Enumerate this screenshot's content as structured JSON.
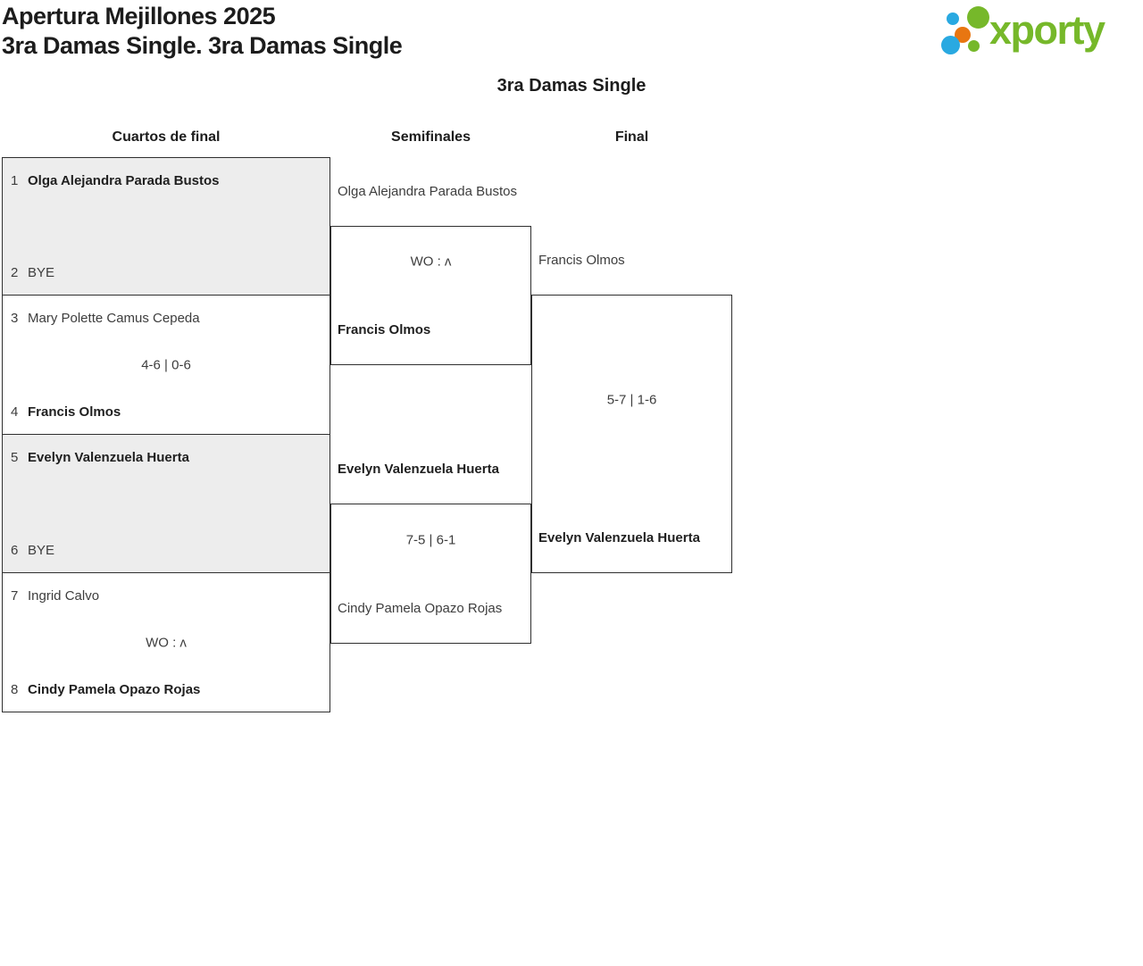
{
  "header": {
    "tournament": "Apertura Mejillones 2025",
    "category": "3ra Damas Single. 3ra Damas Single",
    "logo_text": "xporty"
  },
  "colors": {
    "logo_green": "#76b82a",
    "logo_blue": "#29a9e1",
    "logo_orange": "#e87611",
    "bye_match_fill": "#ededed",
    "border": "#2f2f2f"
  },
  "bracket": {
    "title": "3ra Damas Single",
    "round_headers": [
      "Cuartos de final",
      "Semifinales",
      "Final"
    ],
    "quarterfinals": [
      {
        "top_seed": "1",
        "top_name": "Olga Alejandra Parada Bustos",
        "score": "",
        "bottom_seed": "2",
        "bottom_name": "BYE"
      },
      {
        "top_seed": "3",
        "top_name": "Mary Polette Camus Cepeda",
        "score": "4-6 | 0-6",
        "bottom_seed": "4",
        "bottom_name": "Francis Olmos"
      },
      {
        "top_seed": "5",
        "top_name": "Evelyn Valenzuela Huerta",
        "score": "",
        "bottom_seed": "6",
        "bottom_name": "BYE"
      },
      {
        "top_seed": "7",
        "top_name": "Ingrid Calvo",
        "score": "WO : ʌ",
        "bottom_seed": "8",
        "bottom_name": "Cindy Pamela Opazo Rojas"
      }
    ],
    "semifinals": [
      {
        "top_name": "Olga Alejandra Parada Bustos",
        "score": "WO : ʌ",
        "bottom_name": "Francis Olmos"
      },
      {
        "top_name": "Evelyn Valenzuela Huerta",
        "score": "7-5 | 6-1",
        "bottom_name": "Cindy Pamela Opazo Rojas"
      }
    ],
    "final": {
      "top_name": "Francis Olmos",
      "score": "5-7 | 1-6",
      "bottom_name": "Evelyn Valenzuela Huerta"
    }
  }
}
